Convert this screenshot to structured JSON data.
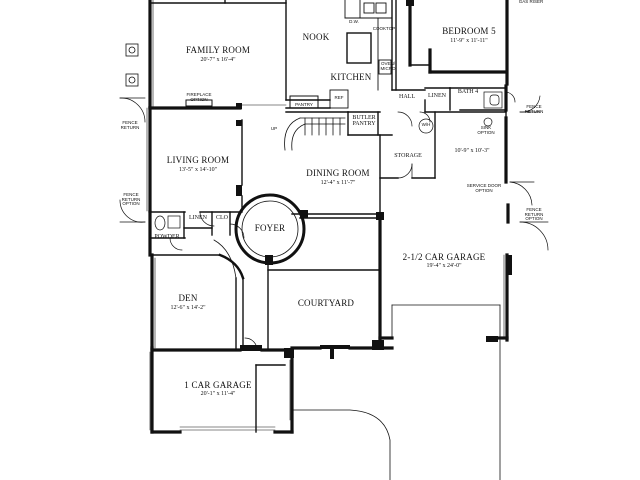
{
  "rooms": {
    "family_room": {
      "name": "FAMILY ROOM",
      "dims": "20'-7\" x 16'-4\""
    },
    "nook": {
      "name": "NOOK"
    },
    "kitchen": {
      "name": "KITCHEN"
    },
    "bedroom5": {
      "name": "BEDROOM 5",
      "dims": "11'-9\" x 11'-11\""
    },
    "living_room": {
      "name": "LIVING ROOM",
      "dims": "13'-5\" x 14'-10\""
    },
    "dining_room": {
      "name": "DINING ROOM",
      "dims": "12'-4\" x 11'-7\""
    },
    "bath4": {
      "name": "BATH 4"
    },
    "hall": {
      "name": "HALL"
    },
    "linen_upper": {
      "name": "LINEN"
    },
    "butler_pantry": {
      "name": "BUTLER PANTRY"
    },
    "pantry": {
      "name": "PANTRY"
    },
    "storage": {
      "name": "STORAGE"
    },
    "unnamed_room": {
      "dims": "10'-9\" x 10'-3\""
    },
    "foyer": {
      "name": "FOYER"
    },
    "powder": {
      "name": "POWDER"
    },
    "linen_lower": {
      "name": "LINEN"
    },
    "clo": {
      "name": "CLO"
    },
    "garage_2half": {
      "name": "2-1/2 CAR GARAGE",
      "dims": "19'-4\" x 24'-0\""
    },
    "den": {
      "name": "DEN",
      "dims": "12'-6\" x 14'-2\""
    },
    "courtyard": {
      "name": "COURTYARD"
    },
    "garage_1car": {
      "name": "1 CAR GARAGE",
      "dims": "20'-1\" x 11'-4\""
    }
  },
  "notes": {
    "fireplace": "FIREPLACE OPTION",
    "fence_return_left": "FENCE RETURN",
    "fence_return_option_left": "FENCE RETURN OPTION",
    "fence_return_right": "FENCE RETURN",
    "fence_return_option_right": "FENCE RETURN OPTION",
    "sink_option": "SINK OPTION",
    "service_door_option": "SERVICE DOOR OPTION",
    "cooktop": "COOKTOP",
    "oven_micro": "OVEN/ MICRO",
    "up": "UP",
    "dw": "D.W.",
    "ref": "REF",
    "wh": "W/H",
    "gas_riser": "GAS RISER"
  }
}
